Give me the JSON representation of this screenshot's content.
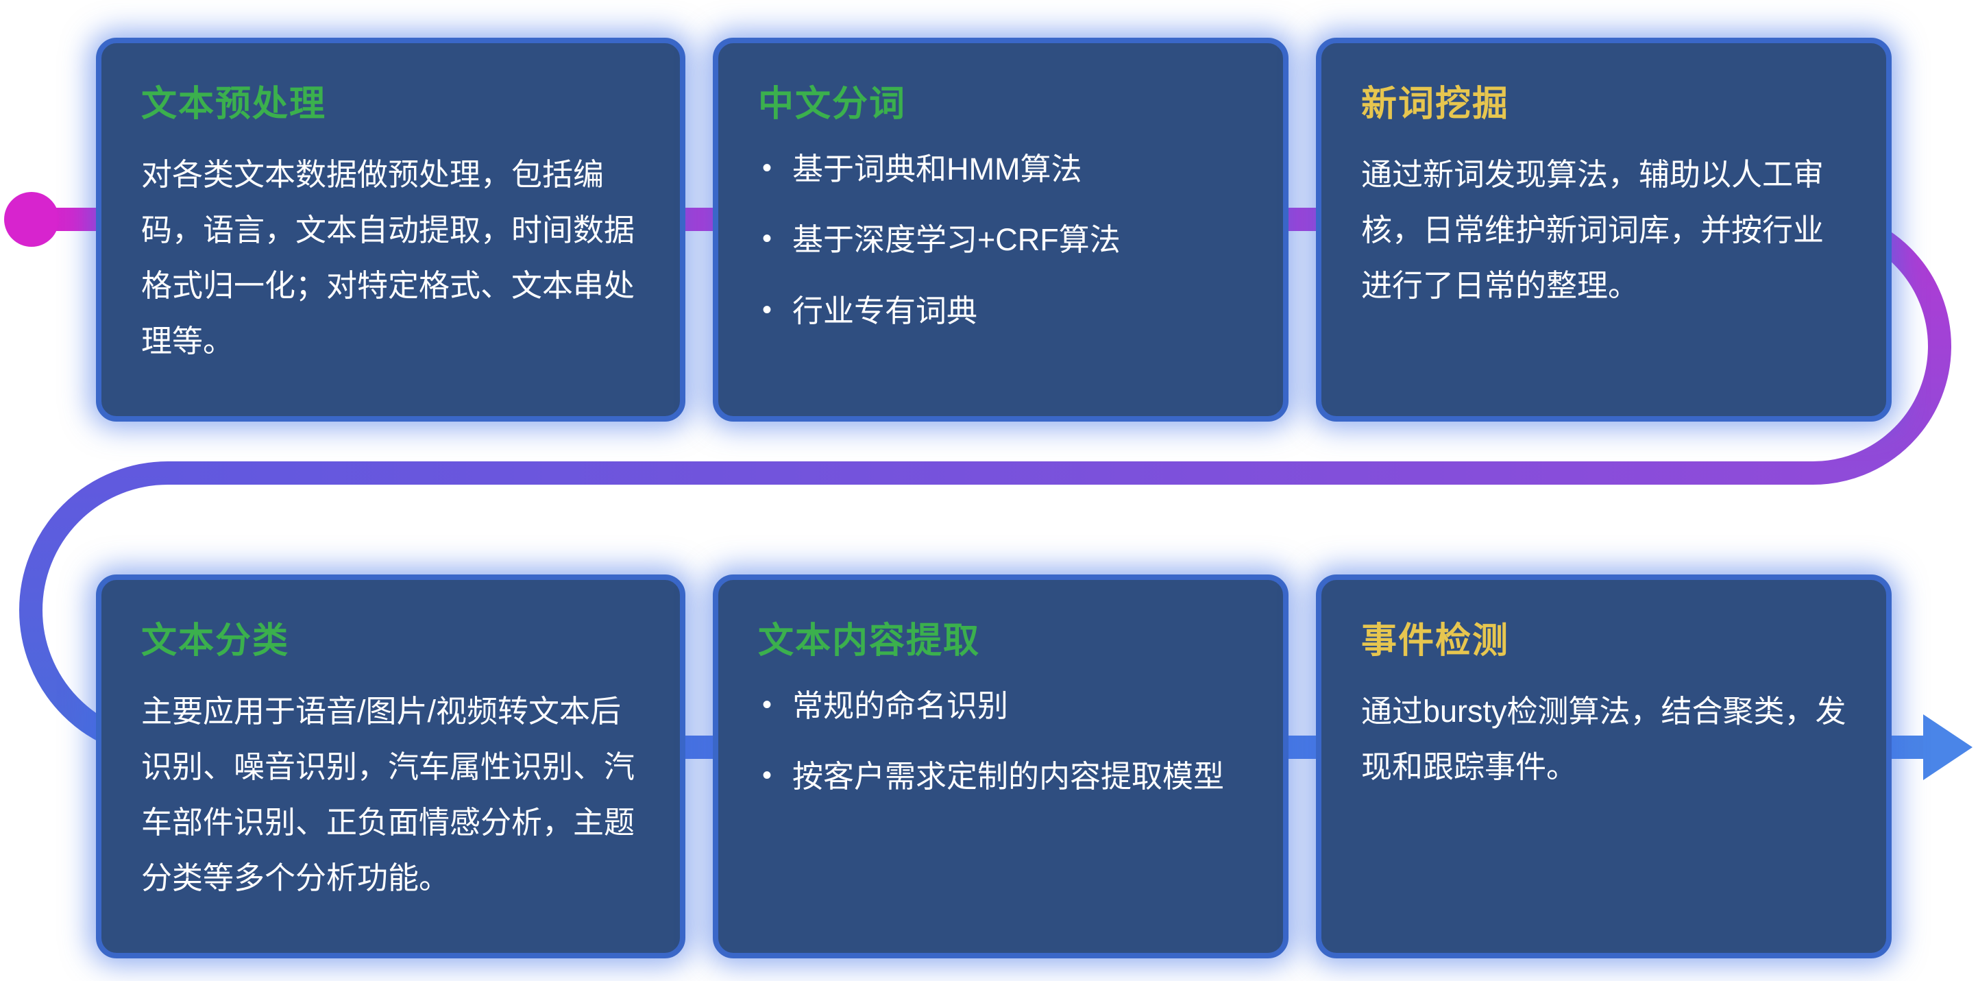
{
  "flow": {
    "start_dot_color": "#d724ce",
    "end_arrow_color": "#4a85e8",
    "gradient": {
      "magenta": "#d326cd",
      "purple": "#b23ad3",
      "violet": "#8f4bd9",
      "blue_violet": "#6159de",
      "blue": "#4b6bdc",
      "arrow_blue": "#4a84e6"
    },
    "card_background": "#2f4e80",
    "card_border": "#3a67c8",
    "card_glow": "#3e70e6"
  },
  "cards": [
    {
      "title": "文本预处理",
      "title_color": "#3bb04d",
      "body": "对各类文本数据做预处理，包括编码，语言，文本自动提取，时间数据格式归一化；对特定格式、文本串处理等。"
    },
    {
      "title": "中文分词",
      "title_color": "#3bb04d",
      "bullets": [
        "基于词典和HMM算法",
        "基于深度学习+CRF算法",
        "行业专有词典"
      ]
    },
    {
      "title": "新词挖掘",
      "title_color": "#e7c64f",
      "body": "通过新词发现算法，辅助以人工审核，日常维护新词词库，并按行业进行了日常的整理。"
    },
    {
      "title": "文本分类",
      "title_color": "#3bb04d",
      "body": "主要应用于语音/图片/视频转文本后识别、噪音识别，汽车属性识别、汽车部件识别、正负面情感分析，主题分类等多个分析功能。"
    },
    {
      "title": "文本内容提取",
      "title_color": "#3bb04d",
      "bullets": [
        "常规的命名识别",
        "按客户需求定制的内容提取模型"
      ]
    },
    {
      "title": "事件检测",
      "title_color": "#e7c64f",
      "body": "通过bursty检测算法，结合聚类，发现和跟踪事件。"
    }
  ]
}
